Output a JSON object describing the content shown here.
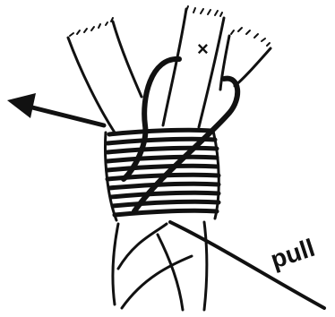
{
  "diagram": {
    "labels": {
      "pull": "pull",
      "marker": "×"
    },
    "colors": {
      "ink": "#111111",
      "background": "#ffffff"
    },
    "parts": [
      "rope-strand-left",
      "rope-strand-center",
      "rope-strand-right",
      "whipping-turns",
      "whipping-loop",
      "pull-end",
      "direction-arrow"
    ]
  }
}
